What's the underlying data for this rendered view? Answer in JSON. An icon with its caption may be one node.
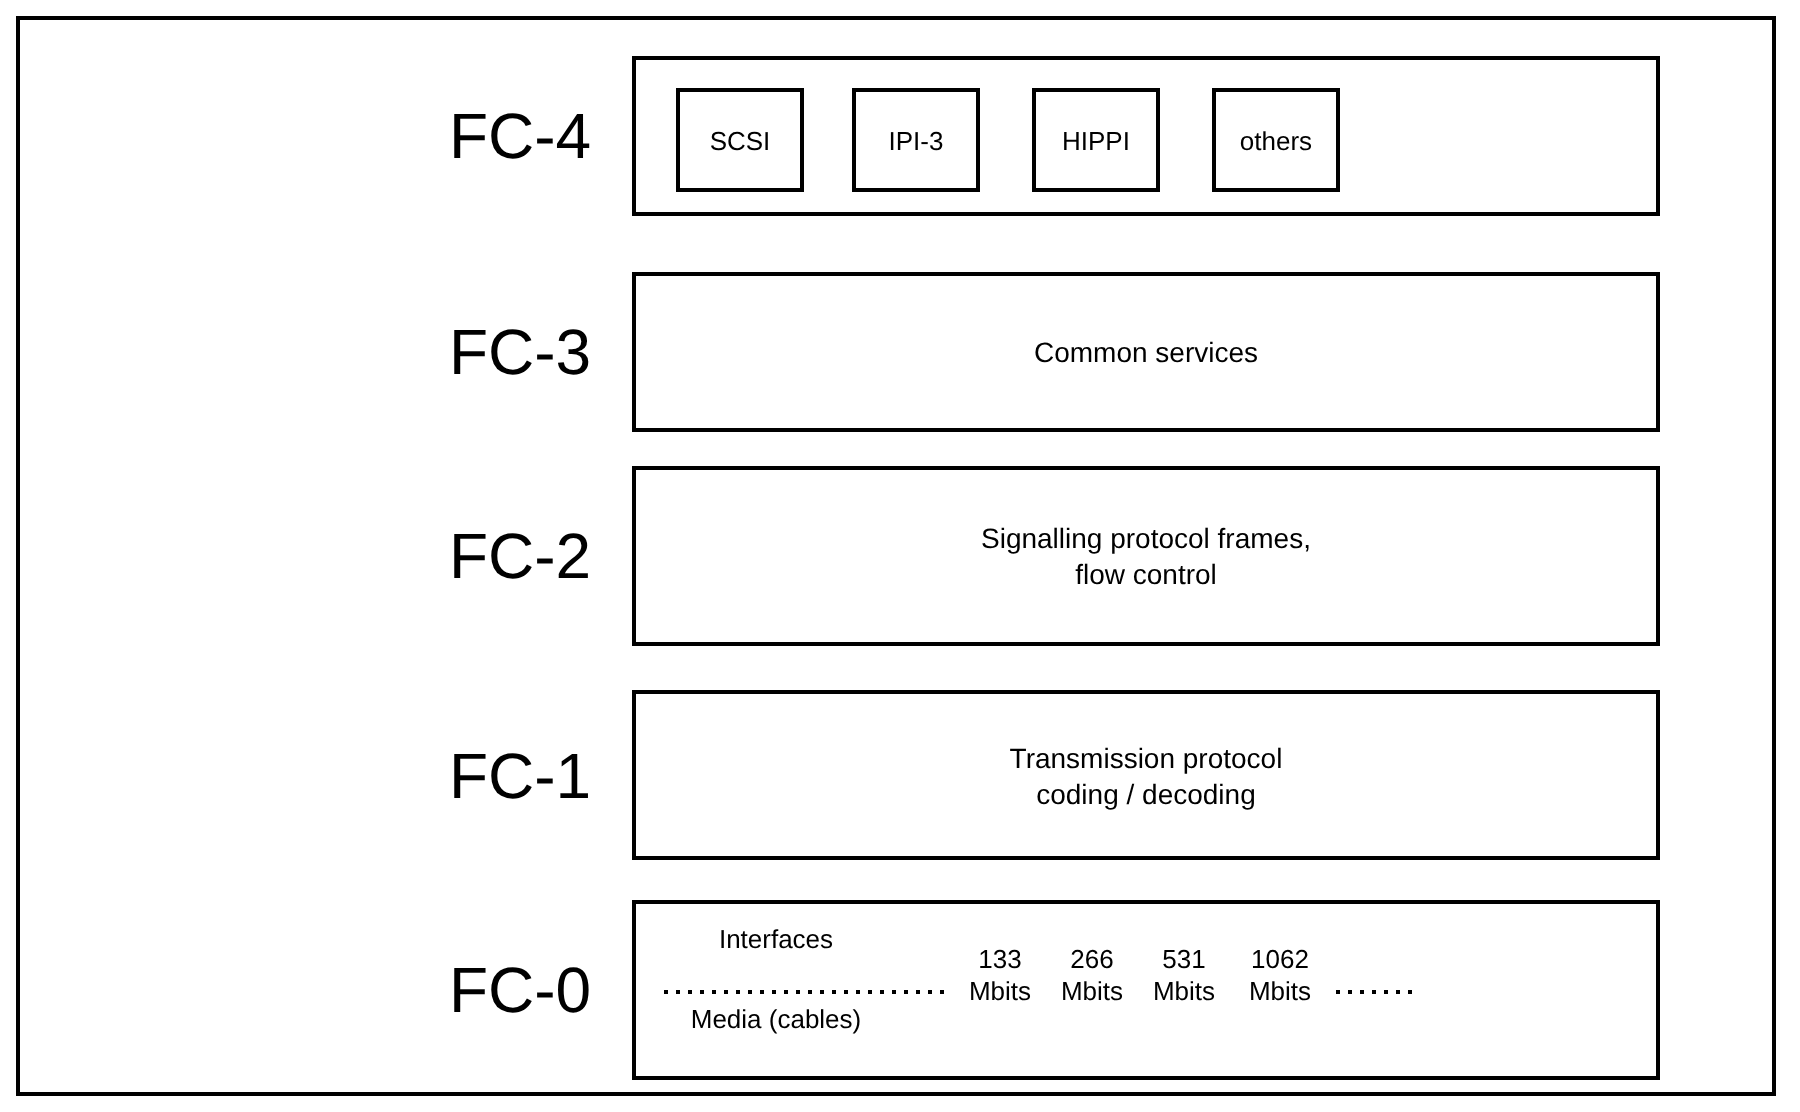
{
  "diagram": {
    "nodes": [
      {
        "text": [
          "FC-4"
        ]
      },
      {
        "text": [
          "SCSI"
        ],
        "in": 0
      },
      {
        "text": [
          "IPI-3"
        ],
        "in": 0
      },
      {
        "text": [
          "HIPPI"
        ],
        "in": 0
      },
      {
        "text": [
          "others"
        ],
        "in": 0
      },
      {
        "text": [
          "FC-3",
          "Common services"
        ]
      },
      {
        "text": [
          "FC-2",
          "Signalling protocol frames, flow control"
        ]
      },
      {
        "text": [
          "FC-1",
          "Transmission protocol coding / decoding"
        ]
      },
      {
        "text": [
          "FC-0",
          "Interfaces",
          "Media (cables)",
          "133 Mbits",
          "266 Mbits",
          "531 Mbits",
          "1062 Mbits"
        ]
      }
    ],
    "edges": []
  }
}
